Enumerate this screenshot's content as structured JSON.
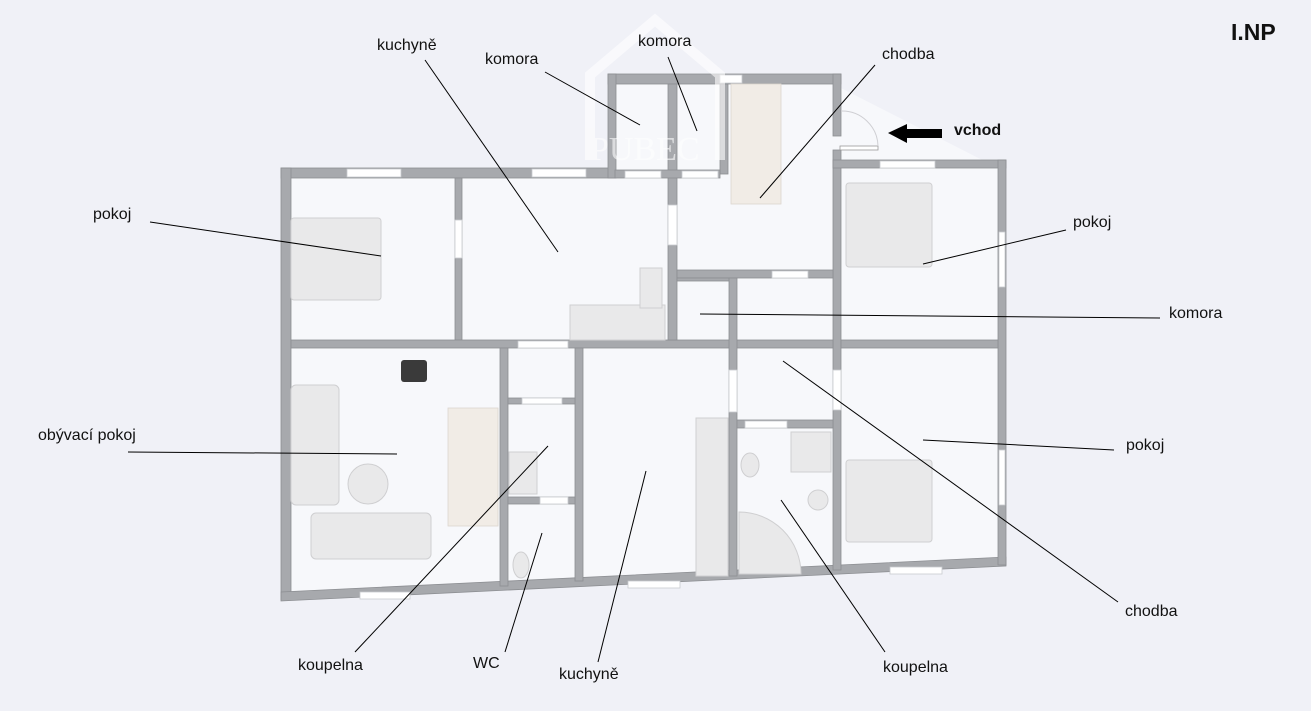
{
  "title": "I.NP",
  "entrance_label": "vchod",
  "watermark": "PUBEC",
  "rooms": [
    {
      "id": "kuchyne-top",
      "label": "kuchyně"
    },
    {
      "id": "komora-1",
      "label": "komora"
    },
    {
      "id": "komora-2",
      "label": "komora"
    },
    {
      "id": "chodba-top",
      "label": "chodba"
    },
    {
      "id": "pokoj-left",
      "label": "pokoj"
    },
    {
      "id": "pokoj-right-top",
      "label": "pokoj"
    },
    {
      "id": "komora-3",
      "label": "komora"
    },
    {
      "id": "obyvaci-pokoj",
      "label": "obývací pokoj"
    },
    {
      "id": "pokoj-right-bottom",
      "label": "pokoj"
    },
    {
      "id": "chodba-bottom",
      "label": "chodba"
    },
    {
      "id": "koupelna-left",
      "label": "koupelna"
    },
    {
      "id": "wc",
      "label": "WC"
    },
    {
      "id": "kuchyne-bottom",
      "label": "kuchyně"
    },
    {
      "id": "koupelna-right",
      "label": "koupelna"
    }
  ],
  "colors": {
    "background": "#f0f1f7",
    "wall": "#a7a9ad",
    "room": "#f7f8fb"
  }
}
